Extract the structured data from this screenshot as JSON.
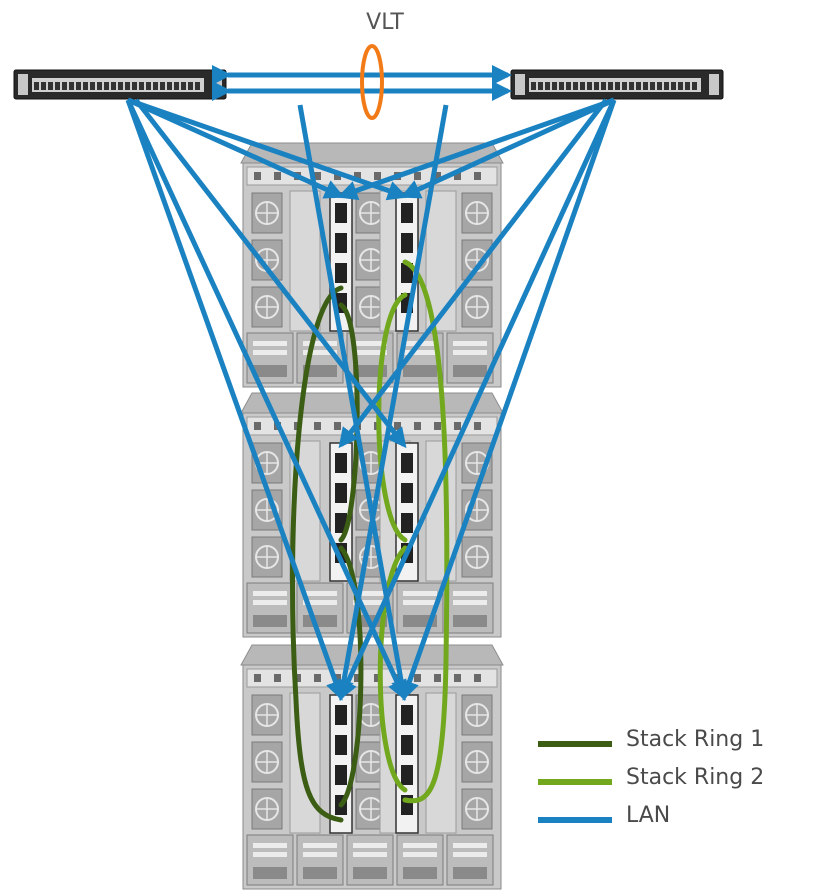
{
  "vlt_label": "VLT",
  "colors": {
    "lan": "#1b82c2",
    "stack_ring_1": "#3b5d14",
    "stack_ring_2": "#72a81e",
    "vlt_ring": "#f27b18",
    "chassis": "#c9c9c9"
  },
  "nodes": {
    "switches": [
      "top-of-rack switch left",
      "top-of-rack switch right"
    ],
    "chassis": [
      "blade chassis 1",
      "blade chassis 2",
      "blade chassis 3"
    ]
  },
  "legend": [
    {
      "label": "Stack Ring 1",
      "color": "#3b5d14"
    },
    {
      "label": "Stack Ring 2",
      "color": "#72a81e"
    },
    {
      "label": "LAN",
      "color": "#1b82c2"
    }
  ]
}
